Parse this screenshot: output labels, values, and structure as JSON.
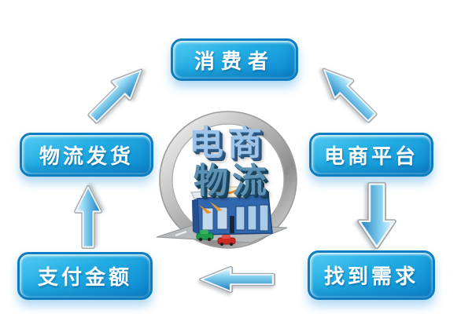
{
  "diagram": {
    "background": "#ffffff",
    "nodes": [
      {
        "id": "consumer",
        "label": "消费者"
      },
      {
        "id": "logistics-shipping",
        "label": "物流发货"
      },
      {
        "id": "ecommerce-platform",
        "label": "电商平台"
      },
      {
        "id": "payment-amount",
        "label": "支付金额"
      },
      {
        "id": "find-demand",
        "label": "找到需求"
      }
    ],
    "center_logo": {
      "line1": "电商",
      "line2": "物流",
      "icons": [
        "silver-ring-icon",
        "warehouse-building-icon",
        "road-icon",
        "green-car-icon",
        "red-car-icon"
      ]
    },
    "flows": [
      {
        "from": "logistics-shipping",
        "to": "consumer",
        "direction": "up-right"
      },
      {
        "from": "ecommerce-platform",
        "to": "consumer",
        "direction": "up-left"
      },
      {
        "from": "ecommerce-platform",
        "to": "find-demand",
        "direction": "down"
      },
      {
        "from": "find-demand",
        "to": "payment-amount",
        "direction": "left"
      },
      {
        "from": "payment-amount",
        "to": "logistics-shipping",
        "direction": "up"
      }
    ],
    "colors": {
      "button_gradient_top": "#55ccf4",
      "button_gradient_bottom": "#0c87cf",
      "button_border": "#0d7cc1",
      "button_text": "#ffffff",
      "arrow_light": "#eef9fe",
      "arrow_mid": "#8ed5f2",
      "arrow_dark": "#1b7fc0",
      "arrow_rim": "#9fa6ac",
      "ring_silver_light": "#f2f2f2",
      "ring_silver_dark": "#8e8e8e",
      "logo_text1_face": "#9fc4e9",
      "logo_text2_face": "#5d92b5",
      "building_blue": "#2f62a7",
      "door_blue": "#a8cbe8",
      "accent_orange": "#f08c1e",
      "car_green": "#1f9e4c",
      "car_red": "#cc2a22"
    }
  }
}
